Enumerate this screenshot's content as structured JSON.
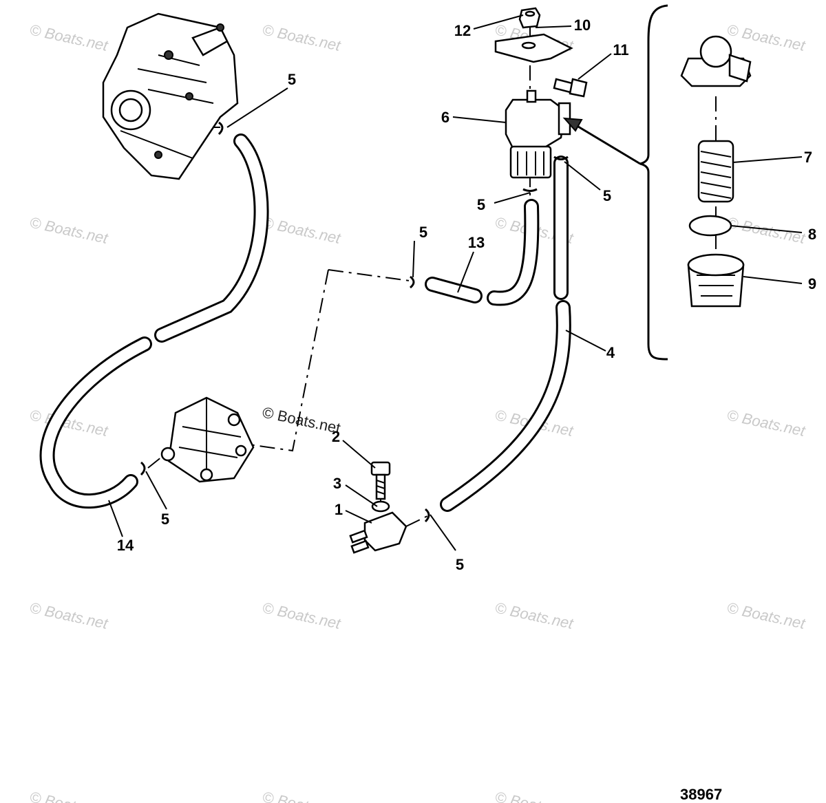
{
  "watermark": "© Boats.net",
  "figure_number": "38967",
  "parts": [
    {
      "id": "p1",
      "label": "1",
      "name": "fuel connector"
    },
    {
      "id": "p2",
      "label": "2",
      "name": "screw"
    },
    {
      "id": "p3",
      "label": "3",
      "name": "washer"
    },
    {
      "id": "p4",
      "label": "4",
      "name": "fuel hose"
    },
    {
      "id": "p5",
      "label": "5",
      "name": "hose clamp"
    },
    {
      "id": "p6",
      "label": "6",
      "name": "fuel filter"
    },
    {
      "id": "p7",
      "label": "7",
      "name": "filter element"
    },
    {
      "id": "p8",
      "label": "8",
      "name": "o-ring"
    },
    {
      "id": "p9",
      "label": "9",
      "name": "filter bowl"
    },
    {
      "id": "p10",
      "label": "10",
      "name": "bracket"
    },
    {
      "id": "p11",
      "label": "11",
      "name": "screw"
    },
    {
      "id": "p12",
      "label": "12",
      "name": "nut"
    },
    {
      "id": "p13",
      "label": "13",
      "name": "fuel hose"
    },
    {
      "id": "p14",
      "label": "14",
      "name": "fuel hose"
    }
  ]
}
